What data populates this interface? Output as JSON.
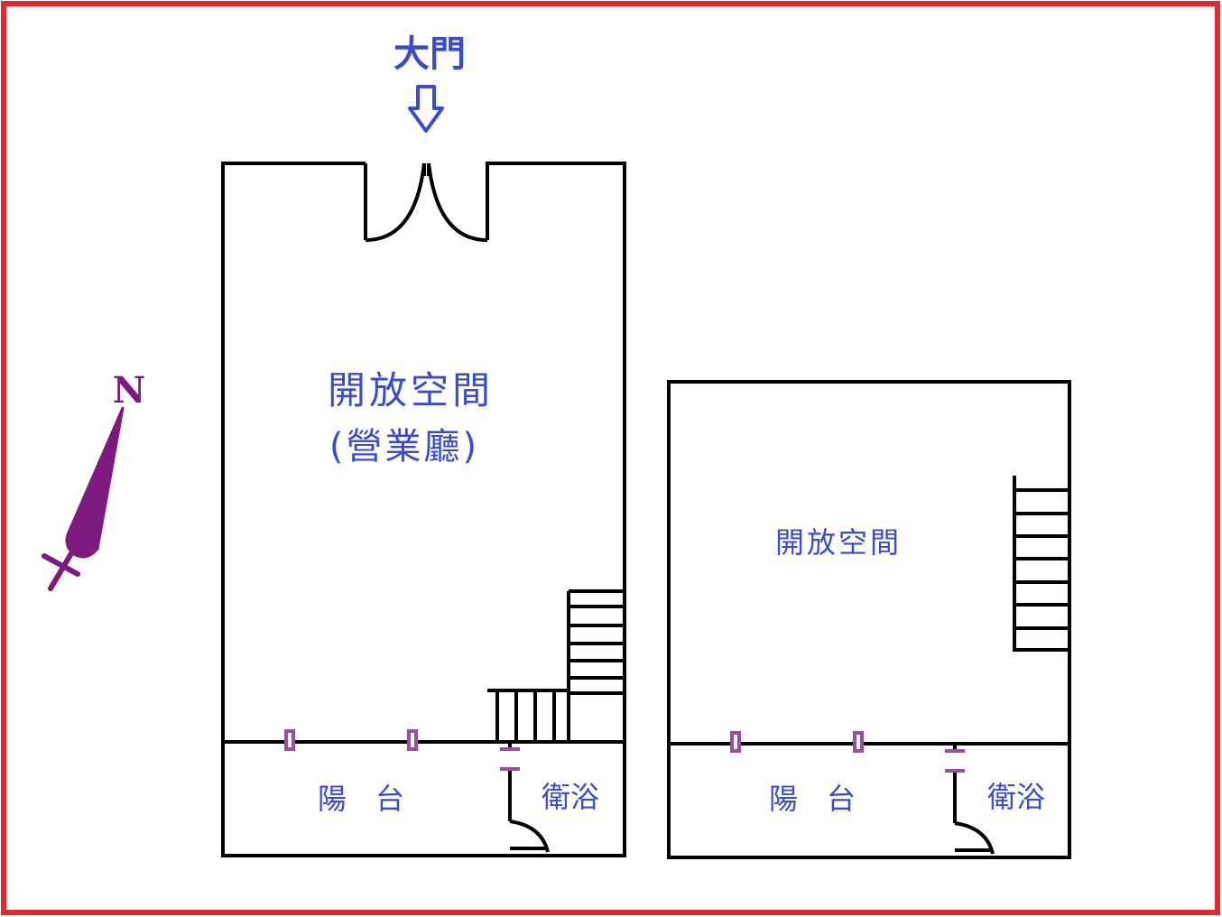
{
  "colors": {
    "frame": "#e8262d",
    "walls": "#000000",
    "text": "#3a4bd1",
    "window_marks": "#9b4ea0",
    "compass": "#7d1a7f",
    "arrow": "#3a4bd1"
  },
  "labels": {
    "main_gate": "大門",
    "floor1_open_space": "開放空間",
    "floor1_business_hall": "(營業廳)",
    "floor1_balcony": "陽　台",
    "floor1_bathroom": "衛浴",
    "floor2_open_space": "開放空間",
    "floor2_balcony": "陽　台",
    "floor2_bathroom": "衛浴"
  },
  "compass": {
    "letter": "N"
  },
  "icons": {
    "gate_arrow": "arrow-down-icon",
    "compass": "compass-needle-icon",
    "double_door": "double-door-icon",
    "single_door": "door-swing-icon",
    "stairs": "staircase-icon"
  }
}
